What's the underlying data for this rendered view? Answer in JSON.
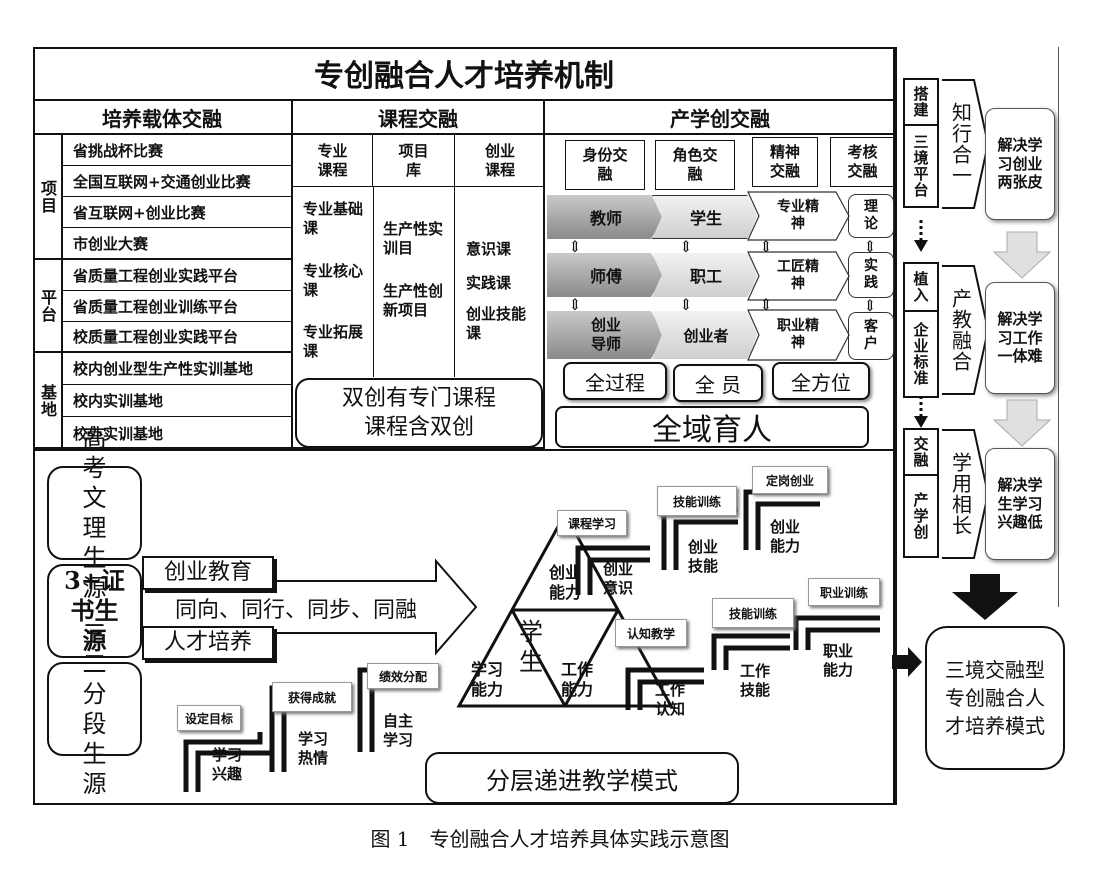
{
  "title": "专创融合人才培养机制",
  "headers": {
    "a": "培养载体交融",
    "b": "课程交融",
    "c": "产学创交融"
  },
  "carrier": {
    "groups": [
      {
        "label": "项目",
        "items": [
          "省挑战杯比赛",
          "全国互联网+交通创业比赛",
          "省互联网+创业比赛",
          "市创业大赛"
        ]
      },
      {
        "label": "平台",
        "items": [
          "省质量工程创业实践平台",
          "省质量工程创业训练平台",
          "校质量工程创业实践平台"
        ]
      },
      {
        "label": "基地",
        "items": [
          "校内创业型生产性实训基地",
          "校内实训基地",
          "校外实训基地"
        ]
      }
    ]
  },
  "course": {
    "cols": [
      "专业课程",
      "项目库",
      "创业课程"
    ],
    "col1": [
      "专业基础课",
      "专业核心课",
      "专业拓展课"
    ],
    "col2": [
      "生产性实训目",
      "生产性创新项目"
    ],
    "col3": [
      "意识课",
      "实践课",
      "创业技能课"
    ],
    "note": [
      "双创有专门课程",
      "课程含双创"
    ]
  },
  "industry": {
    "cols": [
      "身份交融",
      "角色交融",
      "精神交融",
      "考核交融"
    ],
    "rows": [
      {
        "a": "教师",
        "b": "学生",
        "c": "专业精神",
        "d": "理论"
      },
      {
        "a": "师傅",
        "b": "职工",
        "c": "工匠精神",
        "d": "实践"
      },
      {
        "a": "创业导师",
        "b": "创业者",
        "c": "职业精神",
        "d": "客户"
      }
    ],
    "three": [
      "全过程",
      "全 员",
      "全方位"
    ],
    "summary": "全域育人"
  },
  "lower": {
    "sources": [
      "高考文理生源",
      "3+证书生源",
      "三二分段生源"
    ],
    "arrow": [
      "创业教育",
      "同向、同行、同步、同融",
      "人才培养"
    ],
    "triangle": {
      "top": "创业能力",
      "center": "学生",
      "left": "学习能力",
      "right": "工作能力"
    },
    "stairs_left": {
      "tags": [
        "设定目标",
        "获得成就",
        "绩效分配"
      ],
      "steps": [
        "学习兴趣",
        "学习热情",
        "自主学习"
      ]
    },
    "stairs_top": {
      "tags": [
        "课程学习",
        "技能训练",
        "定岗创业"
      ],
      "steps": [
        "创业意识",
        "创业技能",
        "创业能力"
      ]
    },
    "stairs_right": {
      "tags": [
        "认知教学",
        "技能训练",
        "职业训练"
      ],
      "steps": [
        "工作认知",
        "工作技能",
        "职业能力"
      ]
    },
    "footer": "分层递进教学模式"
  },
  "right": {
    "sections": [
      {
        "v1": [
          "搭建",
          "三境平台"
        ],
        "v2": "知行合一",
        "result": "解决学习创业两张皮"
      },
      {
        "v1": [
          "植入",
          "企业标准"
        ],
        "v2": "产教融合",
        "result": "解决学习工作一体难"
      },
      {
        "v1": [
          "交融",
          "产学创"
        ],
        "v2": "学用相长",
        "result": "解决学生学习兴趣低"
      }
    ],
    "final": "三境交融型专创融合人才培养模式"
  },
  "caption": "图 1　专创融合人才培养具体实践示意图"
}
